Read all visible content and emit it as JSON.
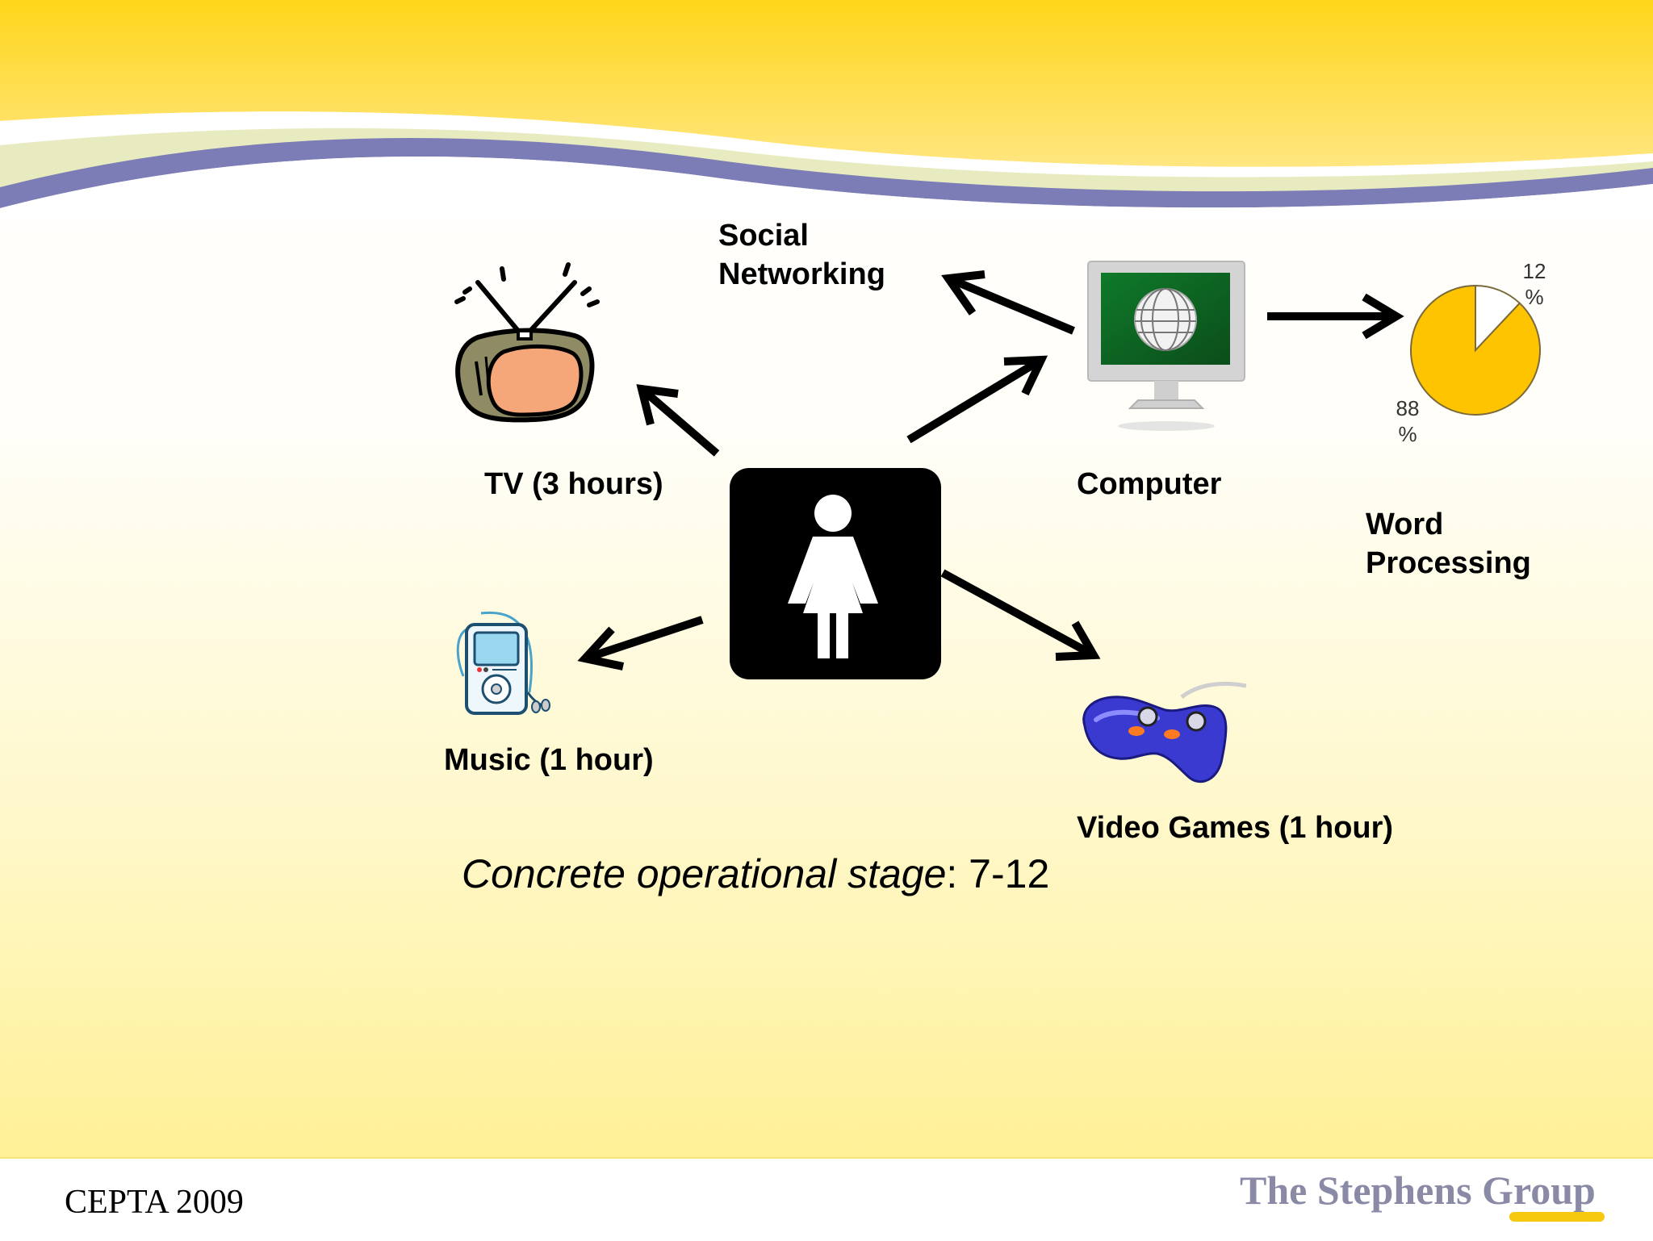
{
  "slide": {
    "colors": {
      "band_yellow": "#ffd61a",
      "band_purple": "#7c7cb6",
      "pie_main": "#ffc400",
      "gamepad_blue": "#3a3ad0"
    },
    "labels": {
      "social": [
        "Social",
        "Networking"
      ],
      "tv": "TV (3 hours)",
      "computer": "Computer",
      "word": [
        "Word",
        "Processing"
      ],
      "music": "Music (1 hour)",
      "games": "Video Games (1 hour)"
    },
    "caption": {
      "italic": "Concrete operational stage",
      "rest": ": 7-12"
    },
    "footer": {
      "left": "CEPTA 2009",
      "right": "The Stephens Group"
    },
    "icons": [
      "tv-icon",
      "computer-icon",
      "person-icon",
      "music-player-icon",
      "gamepad-icon",
      "pie-chart-icon"
    ]
  },
  "chart_data": {
    "type": "pie",
    "categories": [
      "",
      ""
    ],
    "values": [
      88,
      12
    ],
    "slice_labels": [
      [
        "88",
        "%"
      ],
      [
        "12",
        "%"
      ]
    ],
    "colors": [
      "#ffc400",
      "#ffffff"
    ]
  }
}
